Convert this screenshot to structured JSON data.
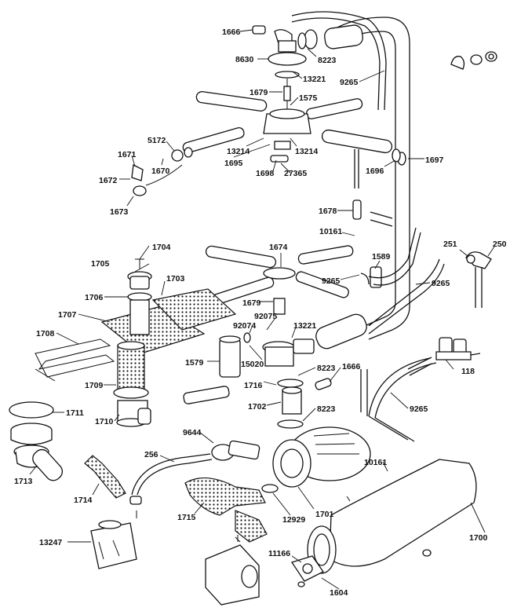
{
  "diagram": {
    "labels": [
      {
        "id": "1666a",
        "text": "1666"
      },
      {
        "id": "8630",
        "text": "8630"
      },
      {
        "id": "8223a",
        "text": "8223"
      },
      {
        "id": "13221a",
        "text": "13221"
      },
      {
        "id": "9265a",
        "text": "9265"
      },
      {
        "id": "1679a",
        "text": "1679"
      },
      {
        "id": "1575",
        "text": "1575"
      },
      {
        "id": "5172",
        "text": "5172"
      },
      {
        "id": "1671",
        "text": "1671"
      },
      {
        "id": "1670",
        "text": "1670"
      },
      {
        "id": "13214a",
        "text": "13214"
      },
      {
        "id": "13214b",
        "text": "13214"
      },
      {
        "id": "1695",
        "text": "1695"
      },
      {
        "id": "1698",
        "text": "1698"
      },
      {
        "id": "27365",
        "text": "27365"
      },
      {
        "id": "1697",
        "text": "1697"
      },
      {
        "id": "1696",
        "text": "1696"
      },
      {
        "id": "1672",
        "text": "1672"
      },
      {
        "id": "1673",
        "text": "1673"
      },
      {
        "id": "1678",
        "text": "1678"
      },
      {
        "id": "10161a",
        "text": "10161"
      },
      {
        "id": "251",
        "text": "251"
      },
      {
        "id": "250",
        "text": "250"
      },
      {
        "id": "1704",
        "text": "1704"
      },
      {
        "id": "1674",
        "text": "1674"
      },
      {
        "id": "1589",
        "text": "1589"
      },
      {
        "id": "1705",
        "text": "1705"
      },
      {
        "id": "1703",
        "text": "1703"
      },
      {
        "id": "9265b",
        "text": "9265"
      },
      {
        "id": "9265c",
        "text": "9265"
      },
      {
        "id": "1706",
        "text": "1706"
      },
      {
        "id": "1679b",
        "text": "1679"
      },
      {
        "id": "92075",
        "text": "92075"
      },
      {
        "id": "1707",
        "text": "1707"
      },
      {
        "id": "92074",
        "text": "92074"
      },
      {
        "id": "13221b",
        "text": "13221"
      },
      {
        "id": "1708",
        "text": "1708"
      },
      {
        "id": "1579",
        "text": "1579"
      },
      {
        "id": "15020",
        "text": "15020"
      },
      {
        "id": "8223b",
        "text": "8223"
      },
      {
        "id": "1666b",
        "text": "1666"
      },
      {
        "id": "118",
        "text": "118"
      },
      {
        "id": "1709",
        "text": "1709"
      },
      {
        "id": "1716",
        "text": "1716"
      },
      {
        "id": "1702",
        "text": "1702"
      },
      {
        "id": "1711",
        "text": "1711"
      },
      {
        "id": "8223c",
        "text": "8223"
      },
      {
        "id": "9265d",
        "text": "9265"
      },
      {
        "id": "1710",
        "text": "1710"
      },
      {
        "id": "9644",
        "text": "9644"
      },
      {
        "id": "256",
        "text": "256"
      },
      {
        "id": "10161b",
        "text": "10161"
      },
      {
        "id": "1713",
        "text": "1713"
      },
      {
        "id": "1714",
        "text": "1714"
      },
      {
        "id": "1701",
        "text": "1701"
      },
      {
        "id": "1715",
        "text": "1715"
      },
      {
        "id": "12929",
        "text": "12929"
      },
      {
        "id": "1700",
        "text": "1700"
      },
      {
        "id": "13247",
        "text": "13247"
      },
      {
        "id": "11166",
        "text": "11166"
      },
      {
        "id": "1604",
        "text": "1604"
      }
    ]
  }
}
